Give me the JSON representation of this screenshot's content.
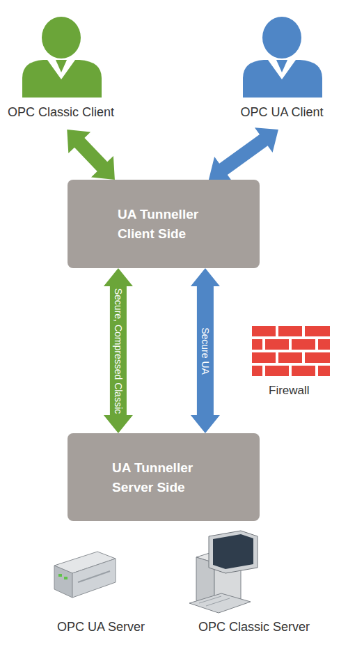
{
  "diagram": {
    "nodes": [
      {
        "text": [
          "OPC Classic Client"
        ]
      },
      {
        "text": [
          "OPC UA Client"
        ]
      },
      {
        "text": [
          "UA Tunneller Client Side"
        ]
      },
      {
        "text": [
          "UA Tunneller Server Side"
        ]
      },
      {
        "text": [
          "OPC UA Server"
        ]
      },
      {
        "text": [
          "OPC Classic Server"
        ]
      }
    ],
    "edges": [
      {
        "from": 0,
        "to": 2,
        "arrow": "both"
      },
      {
        "from": 1,
        "to": 2,
        "arrow": "both"
      },
      {
        "from": 2,
        "to": 3,
        "label": "Secure, Compressed Classic",
        "arrow": "both"
      },
      {
        "from": 2,
        "to": 3,
        "label": "Secure UA",
        "arrow": "both"
      }
    ],
    "labels": [
      "Firewall"
    ]
  }
}
